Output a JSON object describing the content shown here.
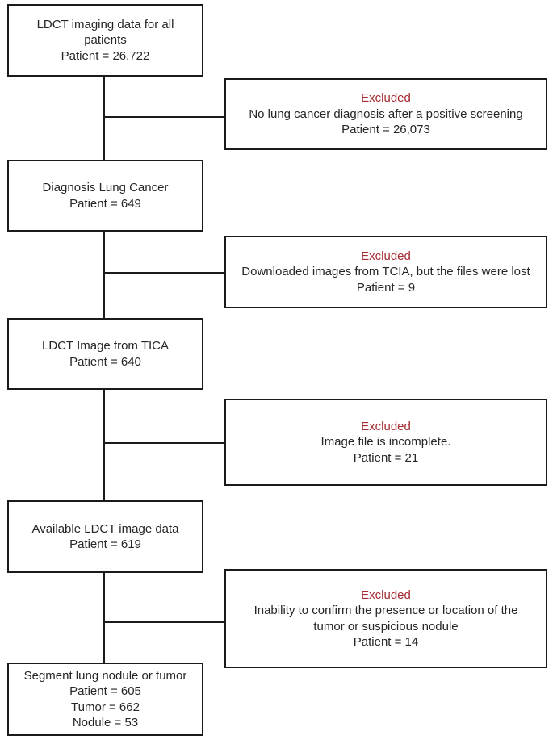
{
  "colors": {
    "line": "#1a1a1a",
    "text": "#262626",
    "excluded_red": "#a62c33"
  },
  "boxes": [
    {
      "lines": [
        "LDCT imaging data for all",
        "patients",
        "Patient = 26,722"
      ]
    },
    {
      "lines": [
        "Diagnosis Lung Cancer",
        "Patient = 649"
      ]
    },
    {
      "lines": [
        "LDCT Image from TICA",
        "Patient = 640"
      ]
    },
    {
      "lines": [
        "Available LDCT image data",
        "Patient = 619"
      ]
    },
    {
      "lines": [
        "Segment lung nodule or tumor",
        "Patient = 605",
        "Tumor  = 662",
        "Nodule = 53"
      ]
    }
  ],
  "exclusions": [
    {
      "label": "Excluded",
      "lines": [
        "No lung cancer diagnosis after a positive screening",
        "Patient = 26,073"
      ]
    },
    {
      "label": "Excluded",
      "lines": [
        "Downloaded images from TCIA, but the files were lost",
        "Patient = 9"
      ]
    },
    {
      "label": "Excluded",
      "lines": [
        "Image file is incomplete.",
        "Patient = 21"
      ]
    },
    {
      "label": "Excluded",
      "lines": [
        "Inability to confirm the presence or location of the",
        "tumor or suspicious nodule",
        "Patient = 14"
      ]
    }
  ]
}
